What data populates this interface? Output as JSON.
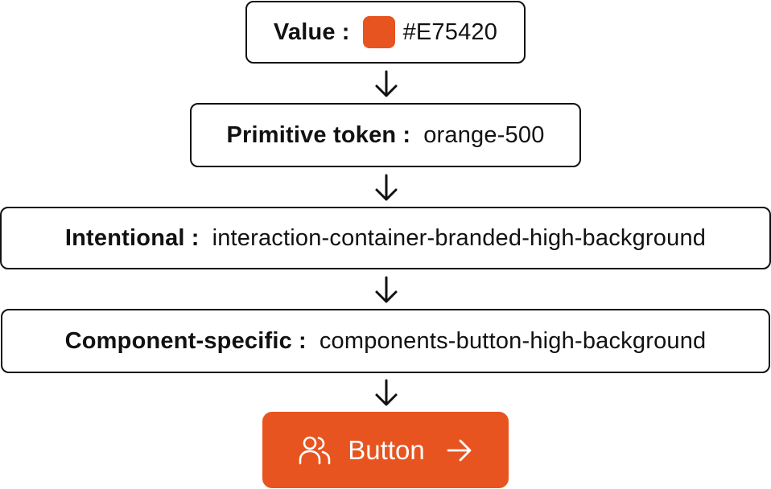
{
  "colors": {
    "brand": "#E75420",
    "border": "#111111",
    "button_text": "#FFFFFF"
  },
  "value_box": {
    "label": "Value",
    "separator": ":",
    "swatch_color": "#E75420",
    "value": "#E75420"
  },
  "primitive_box": {
    "label": "Primitive token",
    "separator": ":",
    "value": "orange-500"
  },
  "intentional_box": {
    "label": "Intentional",
    "separator": ":",
    "value": "interaction-container-branded-high-background"
  },
  "component_box": {
    "label": "Component-specific",
    "separator": ":",
    "value": "components-button-high-background"
  },
  "button": {
    "label": "Button",
    "leading_icon": "users-icon",
    "trailing_icon": "arrow-right-icon"
  },
  "connectors": [
    {
      "icon": "arrow-down-icon"
    },
    {
      "icon": "arrow-down-icon"
    },
    {
      "icon": "arrow-down-icon"
    },
    {
      "icon": "arrow-down-icon"
    }
  ]
}
